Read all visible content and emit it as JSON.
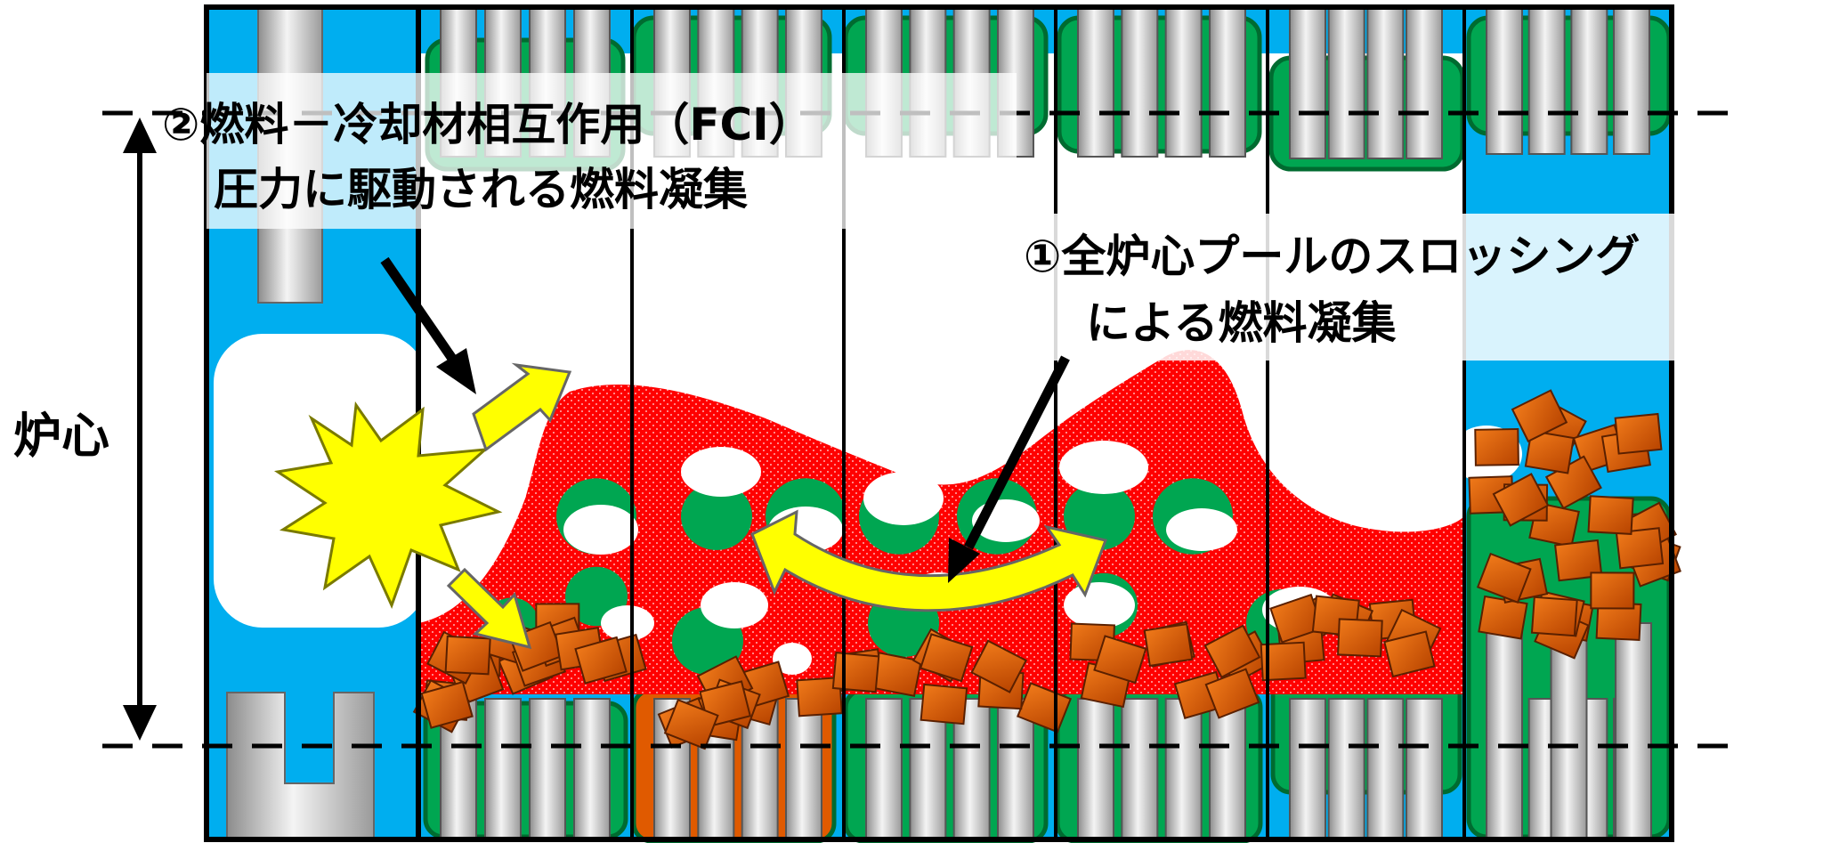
{
  "labels": {
    "core": "炉心",
    "fci_line1": "②燃料－冷却材相互作用（FCI）",
    "fci_line2": "圧力に駆動される燃料凝集",
    "slosh_line1": "①全炉心プールのスロッシング",
    "slosh_line2": "による燃料凝集"
  },
  "colors": {
    "coolant": "#00aeef",
    "structure_green": "#00a651",
    "molten_pool": "#ff0000",
    "debris": "#e05a00",
    "pin_gray": "#c8c8c8",
    "arrow_yellow": "#ffff00",
    "explosion_yellow": "#ffff00"
  },
  "icons": {
    "explosion": "starburst-icon",
    "sloshing": "double-headed-curved-arrow-icon",
    "fci_push": "yellow-block-arrow-icon",
    "pointer": "black-pointer-arrow-icon"
  }
}
